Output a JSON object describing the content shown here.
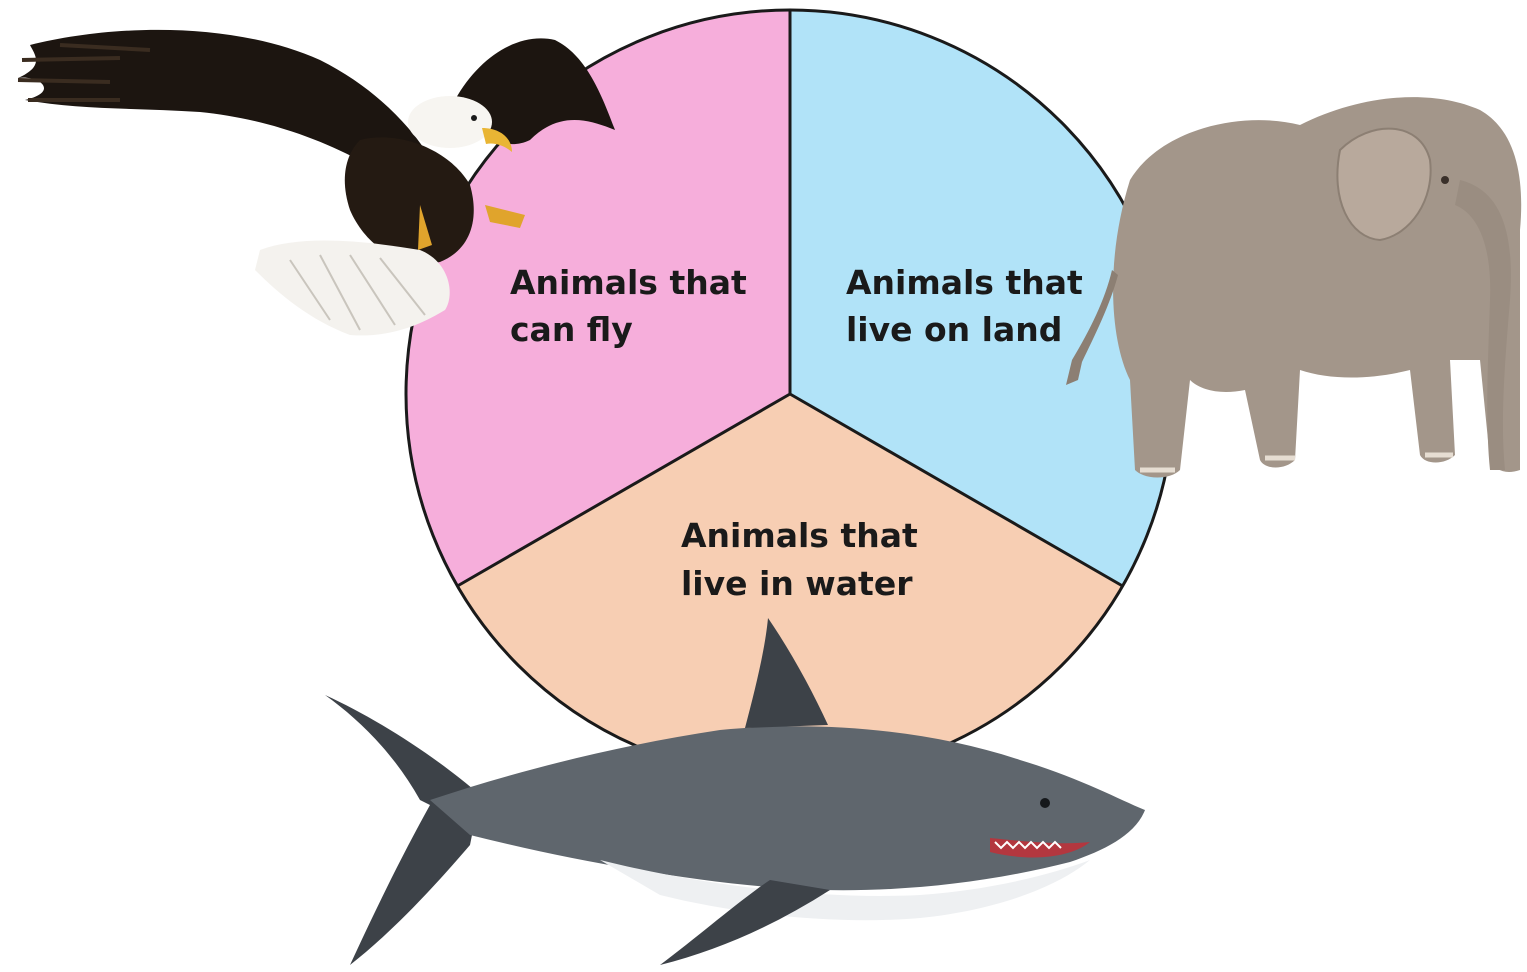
{
  "diagram": {
    "sections": [
      {
        "id": "fly",
        "line1": "Animals that",
        "line2": "can fly",
        "color": "#f6aedb"
      },
      {
        "id": "land",
        "line1": "Animals that",
        "line2": "live on land",
        "color": "#b1e3f8"
      },
      {
        "id": "water",
        "line1": "Animals that",
        "line2": "live in water",
        "color": "#f7ceb3"
      }
    ],
    "outline_color": "#1a1a1a"
  },
  "illustrations": {
    "bird": "eagle",
    "land_animal": "elephant",
    "sea_animal": "shark"
  }
}
